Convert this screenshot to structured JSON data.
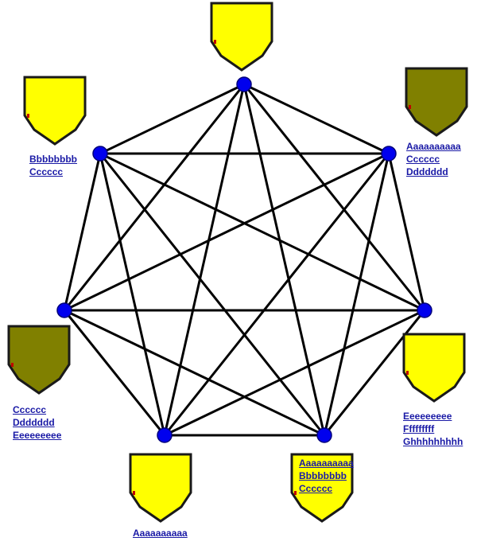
{
  "colors": {
    "edge": "#000000",
    "node": "#0000ee",
    "node_stroke": "#00007a",
    "shield_outline": "#1a1a1a"
  },
  "nodes": [
    {
      "id": "n1",
      "shield_color": "#ffff00",
      "labels": []
    },
    {
      "id": "n2",
      "shield_color": "#808000",
      "labels": [
        "Aaaaaaaaaa",
        "Cccccc",
        "Ddddddd"
      ]
    },
    {
      "id": "n3",
      "shield_color": "#ffff00",
      "labels": [
        "Eeeeeeeee",
        "Fffffffff",
        "Ghhhhhhhhh"
      ]
    },
    {
      "id": "n4",
      "shield_color": "#ffff00",
      "labels": [
        "Aaaaaaaaaa",
        "Bbbbbbbb",
        "Cccccc"
      ]
    },
    {
      "id": "n5",
      "shield_color": "#ffff00",
      "labels": [
        "Aaaaaaaaaa"
      ]
    },
    {
      "id": "n6",
      "shield_color": "#808000",
      "labels": [
        "Cccccc",
        "Ddddddd",
        "Eeeeeeeee"
      ]
    },
    {
      "id": "n7",
      "shield_color": "#ffff00",
      "labels": [
        "Bbbbbbbb",
        "Cccccc"
      ]
    }
  ],
  "edges": "complete"
}
